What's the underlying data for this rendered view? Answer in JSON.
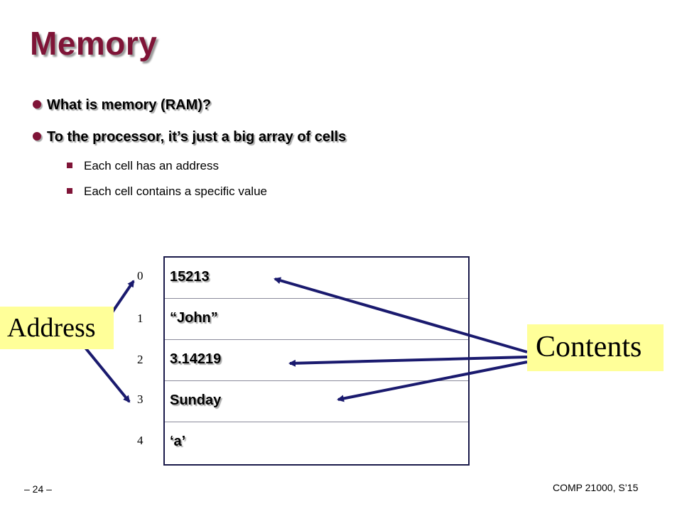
{
  "slide": {
    "title": "Memory",
    "bullets": [
      "What is memory (RAM)?",
      "To the processor, it’s just a big array of cells"
    ],
    "sub_bullets": [
      "Each cell has an address",
      "Each cell contains a specific value"
    ]
  },
  "memory": {
    "addresses": [
      "0",
      "1",
      "2",
      "3",
      "4"
    ],
    "contents": [
      "15213",
      "“John”",
      "3.14219",
      "Sunday",
      "‘a’"
    ]
  },
  "labels": {
    "address": "Address",
    "contents": "Contents"
  },
  "footer": {
    "page": "– 24 –",
    "course": "COMP 21000, S’15"
  },
  "colors": {
    "title": "#7f1437",
    "label_background": "#ffff99",
    "arrow": "#1a1a6e"
  }
}
